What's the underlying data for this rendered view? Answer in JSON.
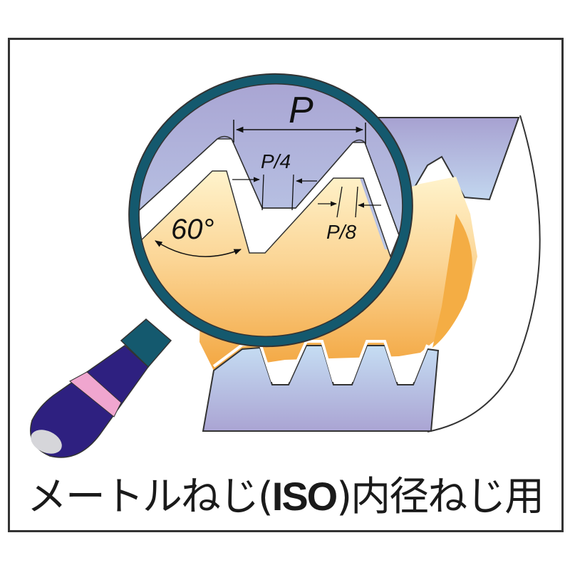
{
  "diagram": {
    "caption": {
      "prefix": "メートルねじ(",
      "bold": "ISO",
      "suffix": ")内径ねじ用"
    },
    "labels": {
      "pitch": "P",
      "quarter_pitch": "P/4",
      "eighth_pitch": "P/8",
      "angle": "60°"
    },
    "colors": {
      "lens_ring": "#14596e",
      "handle": "#2e2080",
      "handle_band": "#f0a6cf",
      "handle_cap": "#d6d6da",
      "thread_orange": "#f5b04a",
      "thread_light": "#fff1c8",
      "sky_top": "#a9a3d2",
      "sky_bottom": "#c5ddf2",
      "frame": "#333333"
    }
  }
}
